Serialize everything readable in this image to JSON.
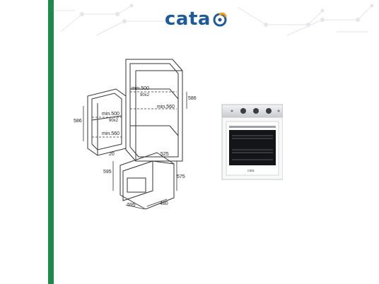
{
  "brand": {
    "name": "cata",
    "color": "#1c5a9c",
    "accent": "#1d8a4c"
  },
  "diagram": {
    "labels": {
      "tall_min_depth": "min.500",
      "tall_angle": "90x2",
      "tall_height": "586",
      "tall_min_width": "min.560",
      "base_height": "586",
      "base_min_depth": "min.500",
      "base_angle": "90x2",
      "base_min_width": "min.560",
      "oven_front": "20",
      "oven_depth_top": "525",
      "oven_height": "595",
      "oven_height_right": "575",
      "oven_width": "595",
      "oven_depth": "480"
    }
  },
  "product": {
    "badge": "cata",
    "knobs": 3
  }
}
